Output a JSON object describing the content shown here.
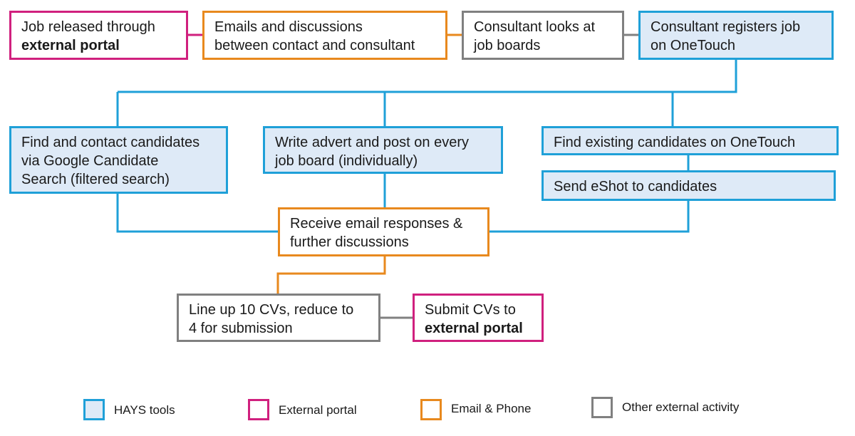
{
  "colors": {
    "hays_tools": "#1fa0d8",
    "hays_fill": "#deeaf7",
    "external_portal": "#d0207e",
    "email_phone": "#e8891e",
    "other_external": "#808080"
  },
  "steps": {
    "job_released": {
      "line1": "Job released through",
      "line2": "external portal"
    },
    "emails": {
      "line1": "Emails and discussions",
      "line2": "between contact and consultant"
    },
    "consultant_looks": {
      "line1": "Consultant looks at",
      "line2": "job boards"
    },
    "consultant_registers": {
      "line1": "Consultant registers job",
      "line2": "on OneTouch"
    },
    "find_contact_google": {
      "line1": "Find and contact candidates",
      "line2": "via Google Candidate",
      "line3": "Search (filtered search)"
    },
    "write_advert": {
      "line1": "Write advert and post on every",
      "line2": "job board (individually)"
    },
    "find_existing": {
      "line1": "Find existing candidates on OneTouch"
    },
    "send_eshot": {
      "line1": "Send eShot to candidates"
    },
    "receive_email": {
      "line1": "Receive email responses &",
      "line2": "further discussions"
    },
    "line_up_cvs": {
      "line1": "Line up 10 CVs, reduce to",
      "line2": "4 for submission"
    },
    "submit_cvs": {
      "line1": "Submit CVs to",
      "line2": "external portal"
    }
  },
  "legend": {
    "hays": "HAYS tools",
    "ext": "External portal",
    "email": "Email & Phone",
    "other": "Other external activity"
  }
}
